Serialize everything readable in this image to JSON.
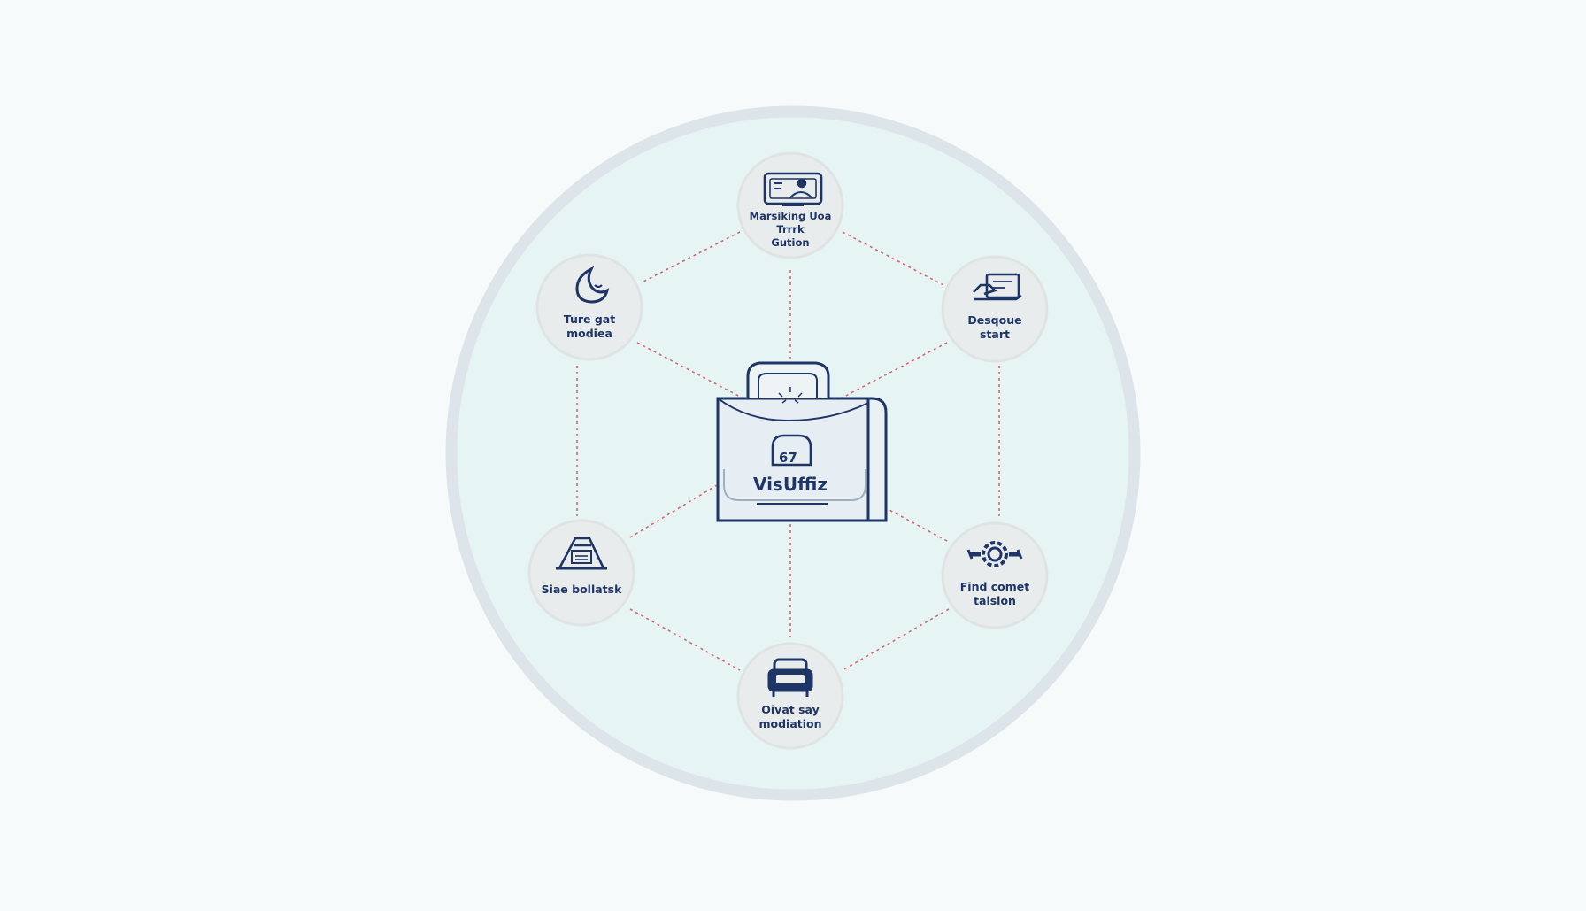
{
  "diagram": {
    "center": {
      "label": "VisUffiz",
      "icon": "folder-with-badge-icon"
    },
    "nodes": [
      {
        "id": "top",
        "label": "Marsiking Uoa\nTrrrk\nGution",
        "icon": "monitor-card-icon"
      },
      {
        "id": "top-left",
        "label": "Ture gat\nmodiea",
        "icon": "moon-icon"
      },
      {
        "id": "top-right",
        "label": "Desqoue\nstart",
        "icon": "hand-screen-icon"
      },
      {
        "id": "bottom-left",
        "label": "Siae bollatsk",
        "icon": "building-icon"
      },
      {
        "id": "bottom-right",
        "label": "Find comet\ntalsion",
        "icon": "gear-icon"
      },
      {
        "id": "bottom",
        "label": "Oivat say\nmodiation",
        "icon": "armchair-icon"
      }
    ],
    "colors": {
      "background": "#f7fafa",
      "circle_fill": "#e6f5f4",
      "circle_ring": "#dde5ea",
      "node_fill": "#e9ecec",
      "node_ring": "#e0e3e3",
      "ink": "#1f3566",
      "connector": "#d9666e"
    }
  }
}
